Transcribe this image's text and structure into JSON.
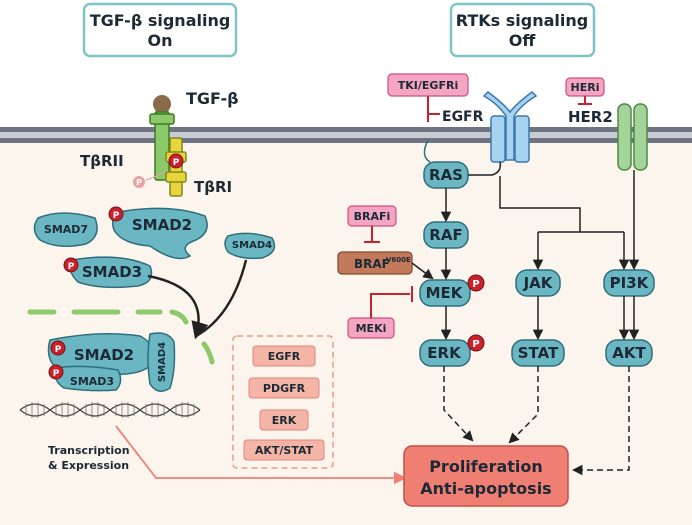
{
  "panels": {
    "left_title_line1": "TGF-β signaling",
    "left_title_line2": "On",
    "right_title_line1": "RTKs signaling",
    "right_title_line2": "Off"
  },
  "tgf": {
    "ligand": "TGF-β",
    "receptor2": "TβRII",
    "receptor1": "TβRI",
    "p": "P"
  },
  "smads": {
    "smad7": "SMAD7",
    "smad2": "SMAD2",
    "smad3": "SMAD3",
    "smad4": "SMAD4",
    "complex_smad2": "SMAD2",
    "complex_smad3": "SMAD3",
    "complex_smad4": "SMAD4"
  },
  "targets": [
    "EGFR",
    "PDGFR",
    "ERK",
    "AKT/STAT"
  ],
  "transcription": {
    "line1": "Transcription",
    "line2": "& Expression"
  },
  "rtk": {
    "egfr_inhibitor": "TKI/EGFRi",
    "egfr": "EGFR",
    "her_inhibitor": "HERi",
    "her2": "HER2",
    "braf_inhibitor": "BRAFi",
    "mek_inhibitor": "MEKi",
    "braf": "BRAF",
    "braf_sup": "V600E"
  },
  "nodes": {
    "ras": "RAS",
    "raf": "RAF",
    "mek": "MEK",
    "erk": "ERK",
    "jak": "JAK",
    "stat": "STAT",
    "pi3k": "PI3K",
    "akt": "AKT"
  },
  "outcome": {
    "line1": "Proliferation",
    "line2": "Anti-apoptosis"
  },
  "colors": {
    "teal": "#6ab6c3",
    "teal_border": "#2f6f7b",
    "pink": "#f3a5c2",
    "pink_border": "#d04d83",
    "red": "#c8222c",
    "green": "#8cc96a",
    "salmon": "#ef7e73",
    "membrane": "#6d7380",
    "background": "#fbf5ee"
  }
}
